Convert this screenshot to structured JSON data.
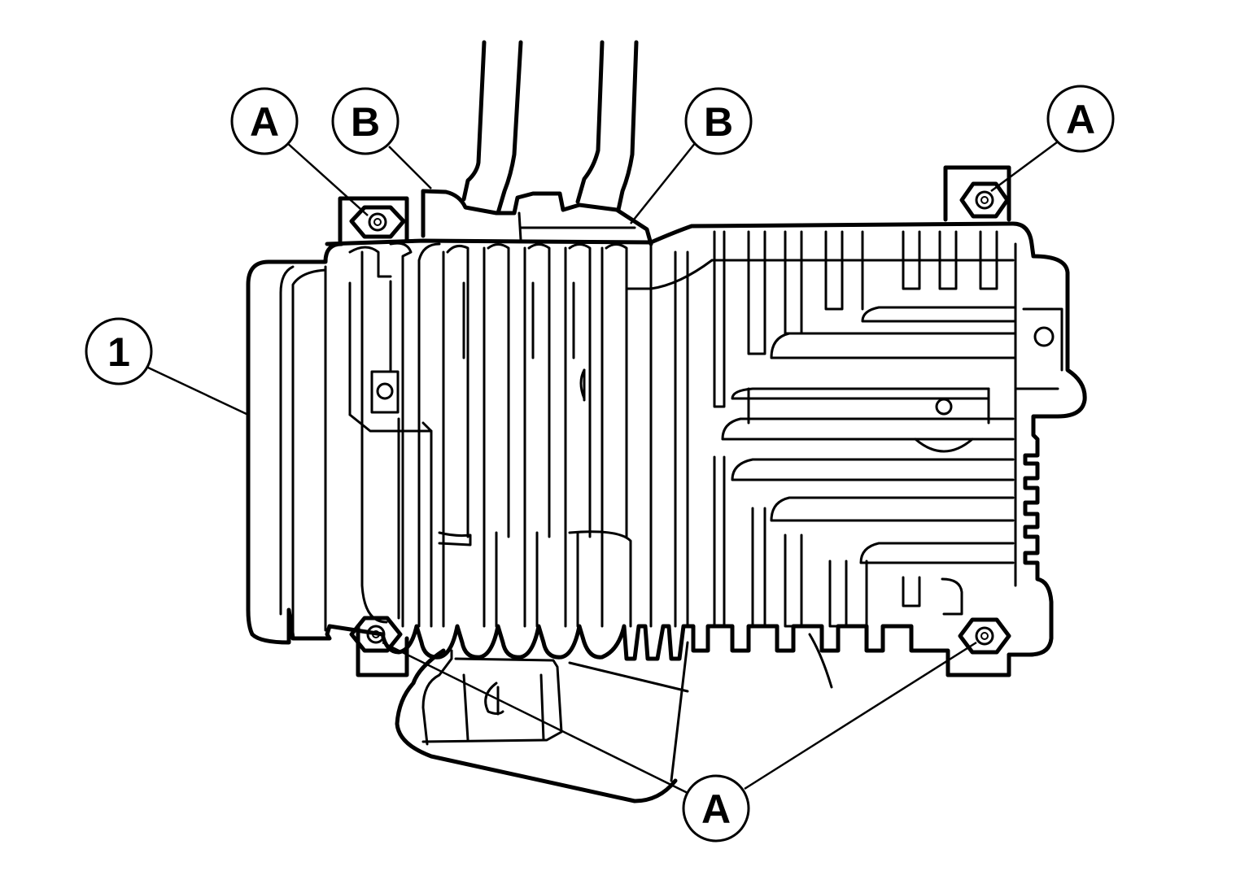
{
  "callouts": [
    {
      "id": "A-top-left",
      "label": "A"
    },
    {
      "id": "B-left",
      "label": "B"
    },
    {
      "id": "B-right",
      "label": "B"
    },
    {
      "id": "A-top-right",
      "label": "A"
    },
    {
      "id": "1-left",
      "label": "1"
    },
    {
      "id": "A-bottom",
      "label": "A"
    }
  ],
  "colors": {
    "line": "#000000",
    "background": "#ffffff"
  }
}
